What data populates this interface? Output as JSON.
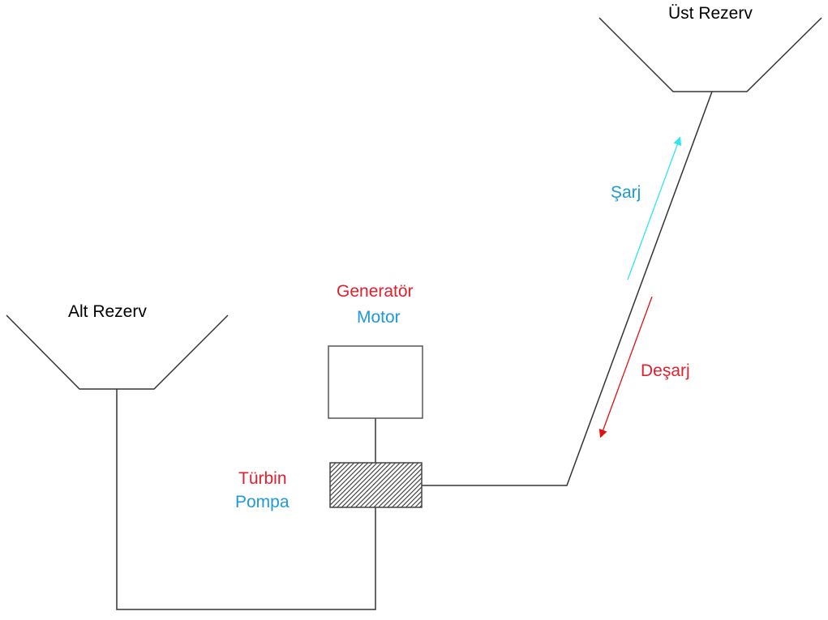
{
  "labels": {
    "upper_reservoir": "Üst Rezerv",
    "lower_reservoir": "Alt Rezerv",
    "generator": "Generatör",
    "motor": "Motor",
    "turbine": "Türbin",
    "pump": "Pompa",
    "charge": "Şarj",
    "discharge": "Deşarj"
  },
  "colors": {
    "line": "#333333",
    "red_mode": "#e0202c",
    "blue_mode": "#1e9ad6",
    "charge_arrow": "#2ee6f0",
    "discharge_arrow": "#e01010"
  }
}
